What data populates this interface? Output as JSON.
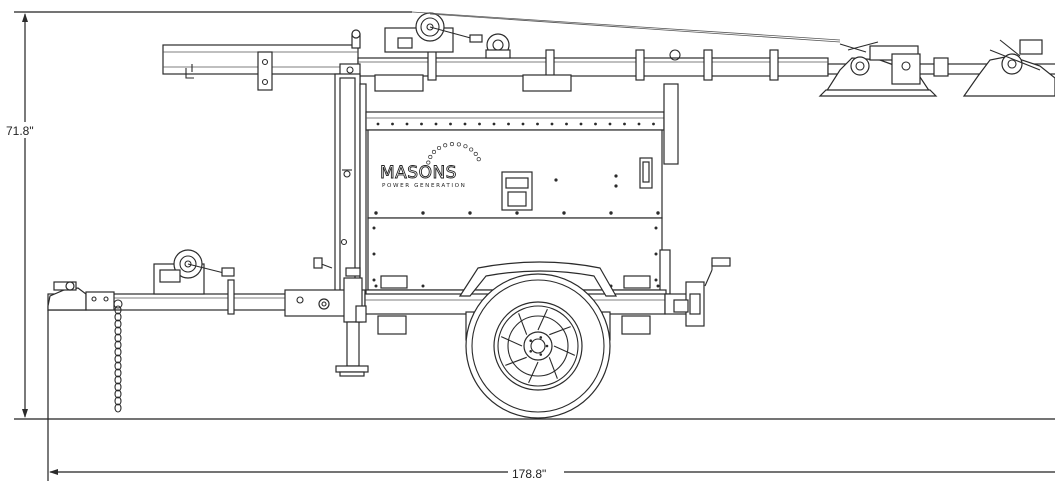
{
  "dimensions": {
    "height_label": "71.8\"",
    "length_label": "178.8\""
  },
  "logo": {
    "brand": "MASONS",
    "tagline": "POWER GENERATION"
  }
}
